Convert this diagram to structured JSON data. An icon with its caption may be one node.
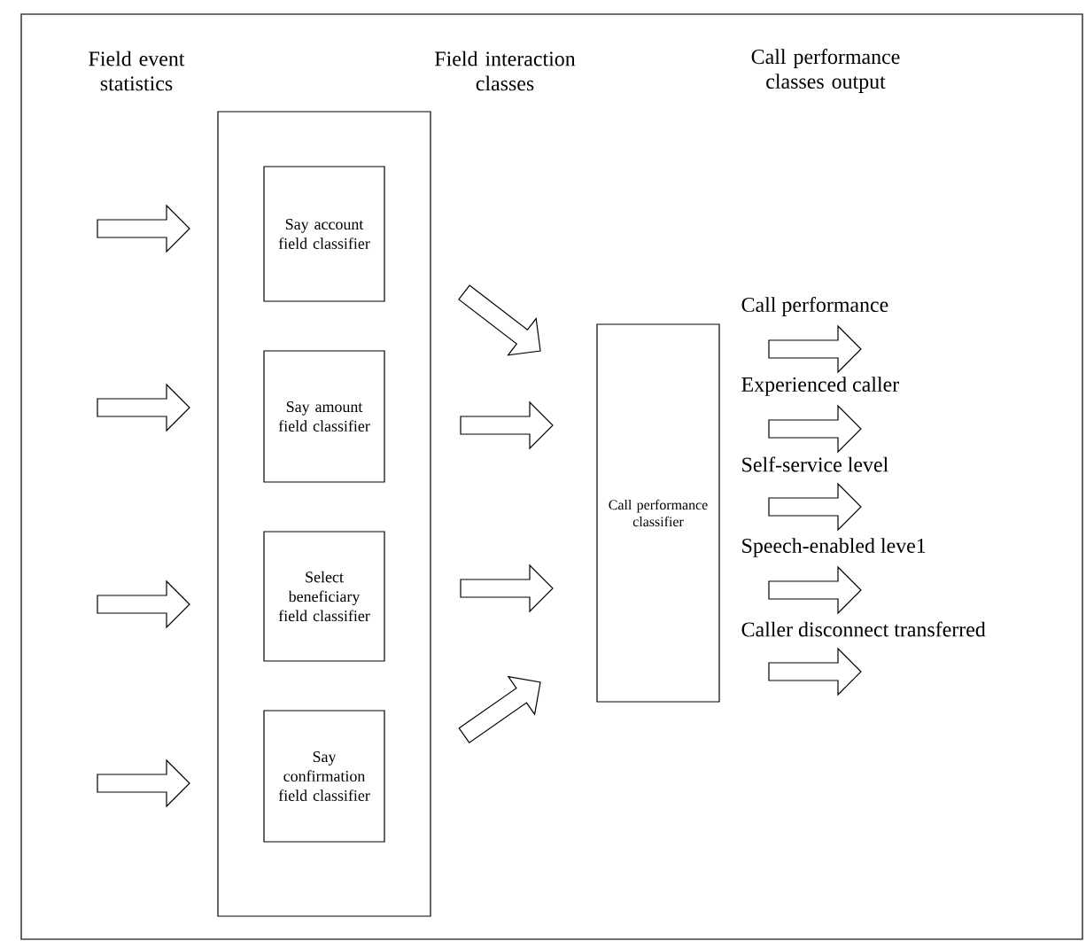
{
  "diagram": {
    "nodes": [
      {
        "text": [],
        "shape": "box"
      },
      {
        "text": [
          "Say account field classifier"
        ],
        "in": 0
      },
      {
        "text": [
          "Say amount field classifier"
        ],
        "in": 0
      },
      {
        "text": [
          "Select beneficiary field classifier"
        ],
        "in": 0
      },
      {
        "text": [
          "Say confirmation field classifier"
        ],
        "in": 0
      },
      {
        "text": [
          "Call performance classifier"
        ]
      }
    ],
    "edges": [
      {
        "from": null,
        "to": 0,
        "arrow": "to"
      },
      {
        "from": null,
        "to": 0,
        "arrow": "to"
      },
      {
        "from": null,
        "to": 0,
        "arrow": "to"
      },
      {
        "from": null,
        "to": 0,
        "arrow": "to"
      },
      {
        "from": 0,
        "to": 5,
        "arrow": "to"
      },
      {
        "from": 0,
        "to": 5,
        "arrow": "to"
      },
      {
        "from": 0,
        "to": 5,
        "arrow": "to"
      },
      {
        "from": 0,
        "to": 5,
        "arrow": "to"
      },
      {
        "from": 5,
        "to": null,
        "arrow": "to",
        "label": "Call performance"
      },
      {
        "from": 5,
        "to": null,
        "arrow": "to",
        "label": "Experienced caller"
      },
      {
        "from": 5,
        "to": null,
        "arrow": "to",
        "label": "Self-service level"
      },
      {
        "from": 5,
        "to": null,
        "arrow": "to",
        "label": "Speech-enabled leve1"
      },
      {
        "from": 5,
        "to": null,
        "arrow": "to",
        "label": "Caller disconnect transferred"
      }
    ],
    "labels": [
      "Field event statistics",
      "Field interaction classes",
      "Call performance classes output"
    ]
  }
}
